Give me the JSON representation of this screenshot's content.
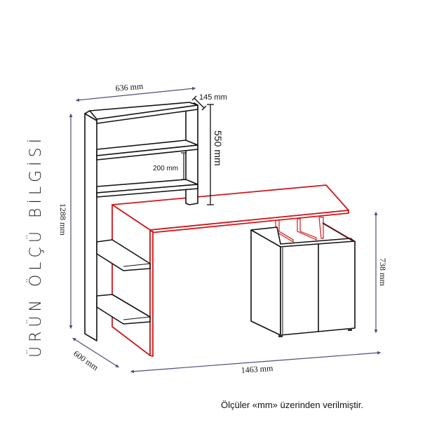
{
  "title": "ÜRÜN ÖLÇÜ BİLGİSİ",
  "footnote": "Ölçüler «mm» üzerinden verilmiştir.",
  "dimensions": {
    "top_width": "636 mm",
    "shelf_depth": "145 mm",
    "upper_unit_height": "550 mm",
    "shelf_spacing": "200 mm",
    "total_height": "1288 mm",
    "desk_height": "738 mm",
    "depth": "600 mm",
    "total_width": "1463 mm"
  },
  "colors": {
    "highlight": "#d0181b",
    "dimension_line": "#4b4f7d",
    "outline": "#111111"
  }
}
